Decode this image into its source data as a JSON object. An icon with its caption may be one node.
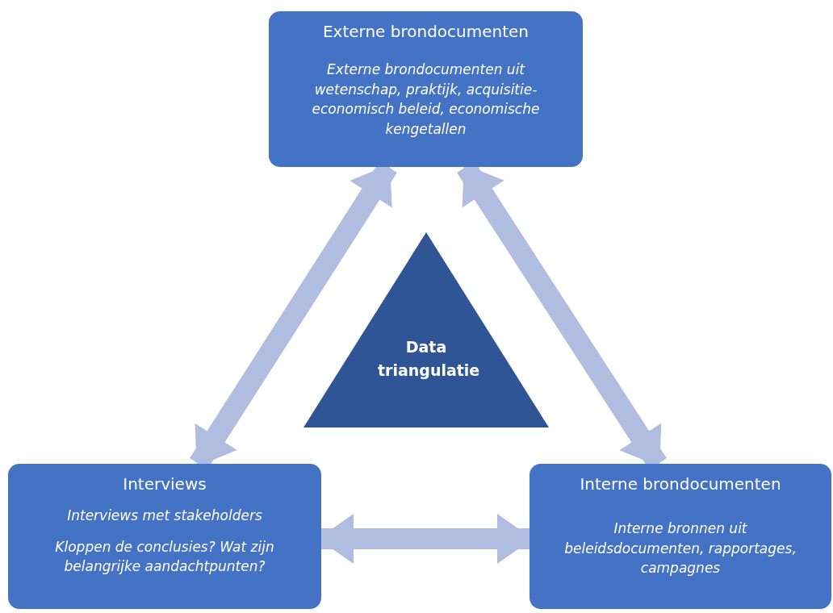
{
  "diagram": {
    "nodes": [
      {
        "text": [
          "Externe brondocumenten",
          "Externe brondocumenten uit wetenschap, praktijk, acquisitie-economisch beleid, economische kengetallen"
        ]
      },
      {
        "text": [
          "Data triangulatie"
        ]
      },
      {
        "text": [
          "Interviews",
          "Interviews met stakeholders",
          "Kloppen de conclusies? Wat zijn belangrijke aandachtpunten?"
        ]
      },
      {
        "text": [
          "Interne brondocumenten",
          "Interne bronnen uit beleidsdocumenten, rapportages, campagnes"
        ]
      }
    ],
    "edges": [
      {
        "from": 0,
        "to": 2,
        "arrow": "both"
      },
      {
        "from": 0,
        "to": 3,
        "arrow": "both"
      },
      {
        "from": 2,
        "to": 3,
        "arrow": "both"
      }
    ]
  }
}
